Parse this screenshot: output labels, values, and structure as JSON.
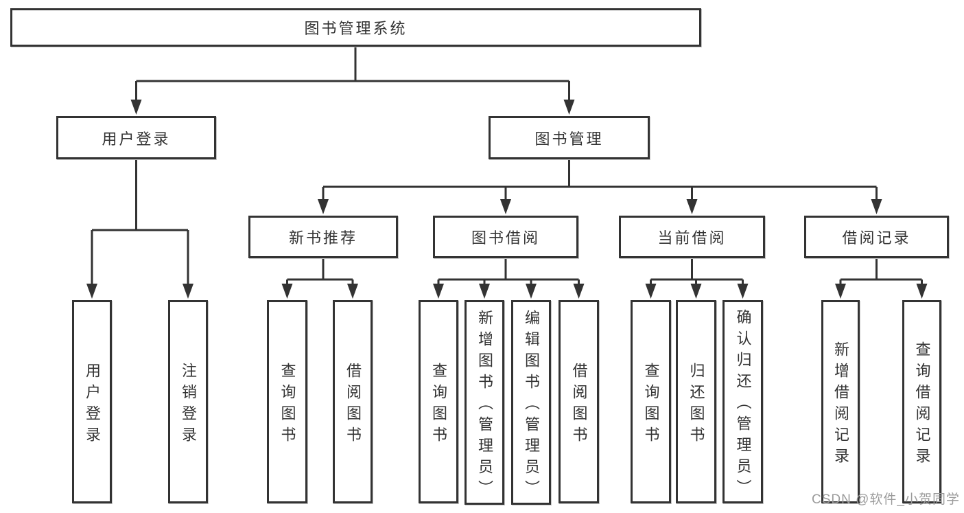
{
  "tree": {
    "root": {
      "label": "图书管理系统"
    },
    "branches": [
      {
        "label": "用户登录",
        "children": [
          {
            "label": "用户登录"
          },
          {
            "label": "注销登录"
          }
        ]
      },
      {
        "label": "图书管理",
        "children": [
          {
            "label": "新书推荐",
            "children": [
              {
                "label": "查询图书"
              },
              {
                "label": "借阅图书"
              }
            ]
          },
          {
            "label": "图书借阅",
            "children": [
              {
                "label": "查询图书"
              },
              {
                "label": "新增图书（管理员）"
              },
              {
                "label": "编辑图书（管理员）"
              },
              {
                "label": "借阅图书"
              }
            ]
          },
          {
            "label": "当前借阅",
            "children": [
              {
                "label": "查询图书"
              },
              {
                "label": "归还图书"
              },
              {
                "label": "确认归还（管理员）"
              }
            ]
          },
          {
            "label": "借阅记录",
            "children": [
              {
                "label": "新增借阅记录"
              },
              {
                "label": "查询借阅记录"
              }
            ]
          }
        ]
      }
    ]
  },
  "watermark": {
    "text": "CSDN @软件_小贺同学"
  },
  "colors": {
    "line": "#333333",
    "text": "#333333",
    "box_background": "#ffffff",
    "watermark": "#9b9b9b",
    "page_background": "#ffffff"
  }
}
